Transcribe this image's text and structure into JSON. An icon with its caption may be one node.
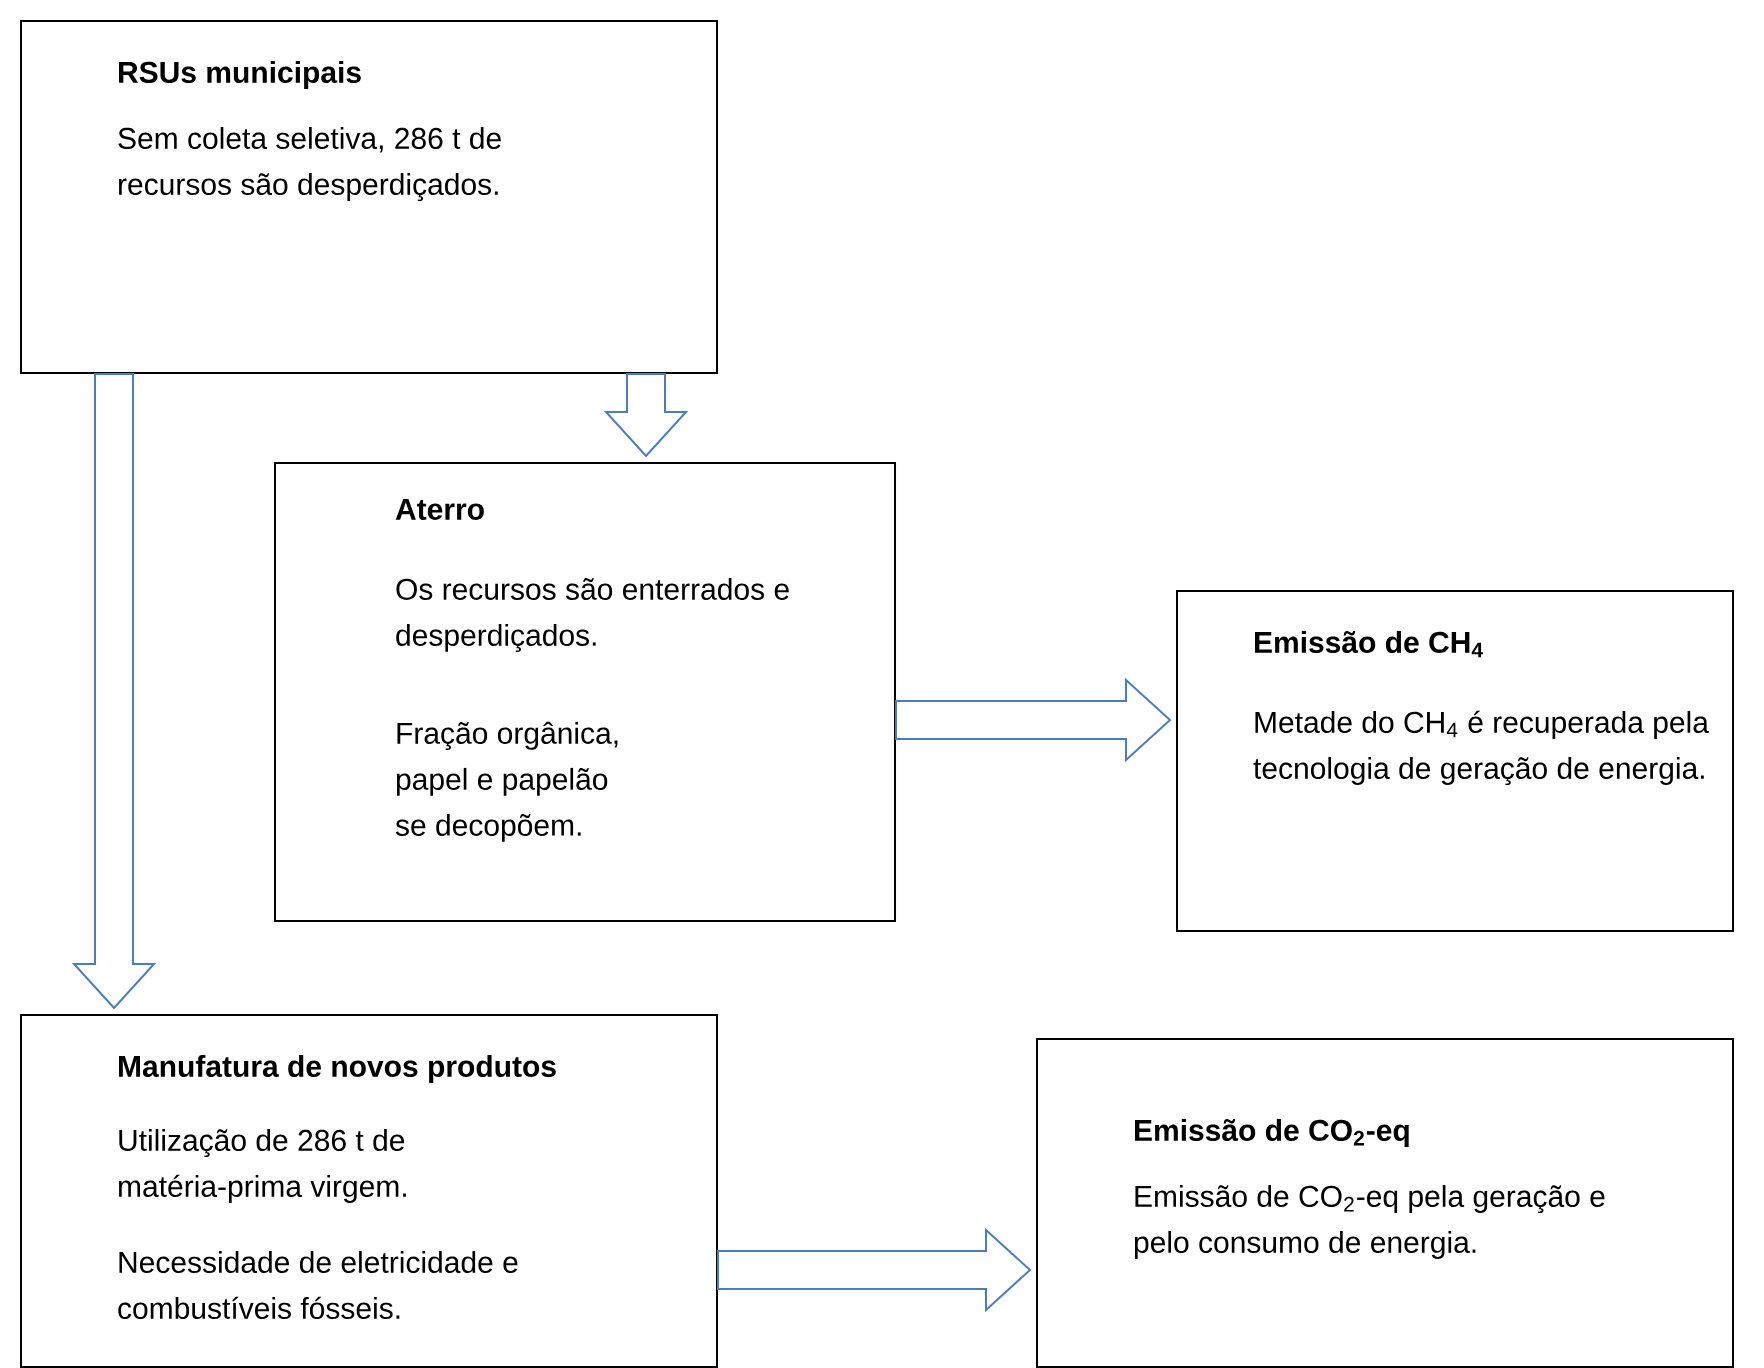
{
  "diagram": {
    "nodes": [
      {
        "text": [
          "RSUs municipais",
          "Sem coleta seletiva, 286 t de recursos são desperdiçados."
        ]
      },
      {
        "text": [
          "Aterro",
          "Os recursos são enterrados e desperdiçados.",
          "Fração orgânica, papel e papelão se decopõem."
        ]
      },
      {
        "text": [
          "Emissão de CH$_{4}$",
          "Metade do CH$_{4}$ é recuperada pela tecnologia de geração de energia."
        ]
      },
      {
        "text": [
          "Manufatura de novos produtos",
          "Utilização de 286 t de matéria-prima virgem.",
          "Necessidade de eletricidade e combustíveis fósseis."
        ]
      },
      {
        "text": [
          "Emissão de CO$_{2}$-eq",
          "Emissão de CO$_{2}$-eq pela geração e pelo consumo de energia."
        ]
      }
    ],
    "edges": [
      {
        "from": 0,
        "to": 3,
        "arrow": "to"
      },
      {
        "from": 0,
        "to": 1,
        "arrow": "to"
      },
      {
        "from": 1,
        "to": 2,
        "arrow": "to"
      },
      {
        "from": 3,
        "to": 4,
        "arrow": "to"
      }
    ]
  }
}
